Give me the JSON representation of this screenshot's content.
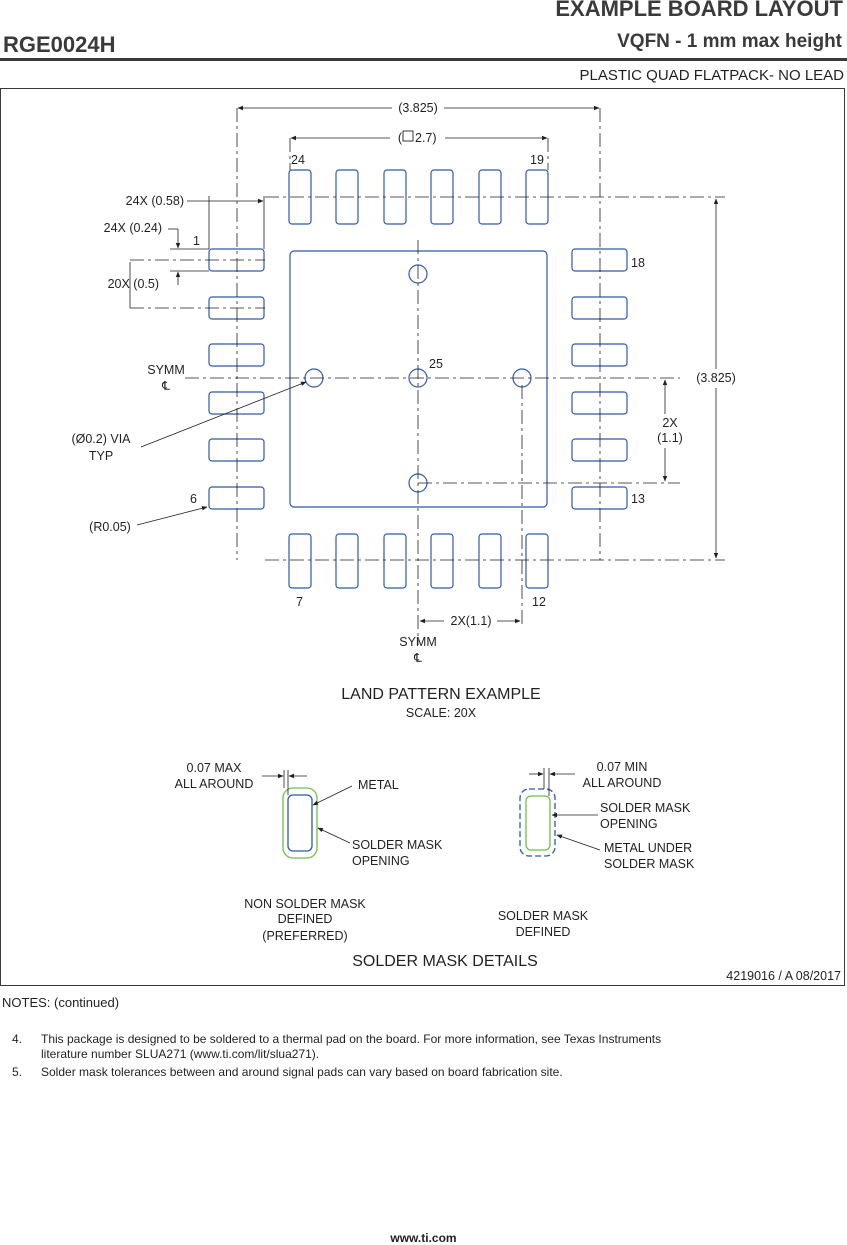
{
  "header": {
    "title": "EXAMPLE BOARD LAYOUT",
    "package_code": "RGE0024H",
    "package_desc": "VQFN - 1 mm max height",
    "package_type": "PLASTIC QUAD FLATPACK- NO LEAD"
  },
  "land_pattern": {
    "dims": {
      "overall_width": "(3.825)",
      "body_square": "(",
      "body_square_val": "2.7)",
      "overall_height": "(3.825)",
      "pad_length": "24X (0.58)",
      "pad_width": "24X (0.24)",
      "pitch": "20X (0.5)",
      "via_spacing_v_count": "2X",
      "via_spacing_v": "(1.1)",
      "via_spacing_h": "2X(1.1)",
      "via": "(Ø0.2) VIA",
      "via_typ": "TYP",
      "corner_radius": "(R0.05)"
    },
    "pin_labels": {
      "p1": "1",
      "p6": "6",
      "p7": "7",
      "p12": "12",
      "p13": "13",
      "p18": "18",
      "p19": "19",
      "p24": "24",
      "p25": "25"
    },
    "symm_label": "SYMM",
    "centerline_symbol": "℄",
    "title": "LAND PATTERN EXAMPLE",
    "scale": "SCALE: 20X"
  },
  "solder_mask": {
    "nsmd": {
      "clearance_1": "0.07 MAX",
      "clearance_2": "ALL AROUND",
      "metal": "METAL",
      "opening_1": "SOLDER MASK",
      "opening_2": "OPENING",
      "caption_1": "NON SOLDER MASK",
      "caption_2": "DEFINED",
      "caption_3": "(PREFERRED)"
    },
    "smd": {
      "clearance_1": "0.07 MIN",
      "clearance_2": "ALL AROUND",
      "opening_1": "SOLDER MASK",
      "opening_2": "OPENING",
      "metal_1": "METAL UNDER",
      "metal_2": "SOLDER MASK",
      "caption_1": "SOLDER MASK",
      "caption_2": "DEFINED"
    },
    "title": "SOLDER MASK DETAILS"
  },
  "doc_id": "4219016 / A   08/2017",
  "notes": {
    "heading": "NOTES: (continued)",
    "items": [
      {
        "num": "4.",
        "line1": "This package is designed to be soldered to a thermal pad on the board. For more information, see Texas Instruments",
        "line2": "literature number SLUA271 (www.ti.com/lit/slua271)."
      },
      {
        "num": "5.",
        "line1": "Solder mask tolerances between and around signal pads can vary based on board fabrication site."
      }
    ]
  },
  "footer": {
    "website": "www.ti.com"
  },
  "colors": {
    "pad": "#2f5aa8",
    "mask": "#6cc04a",
    "line": "#231f20"
  }
}
